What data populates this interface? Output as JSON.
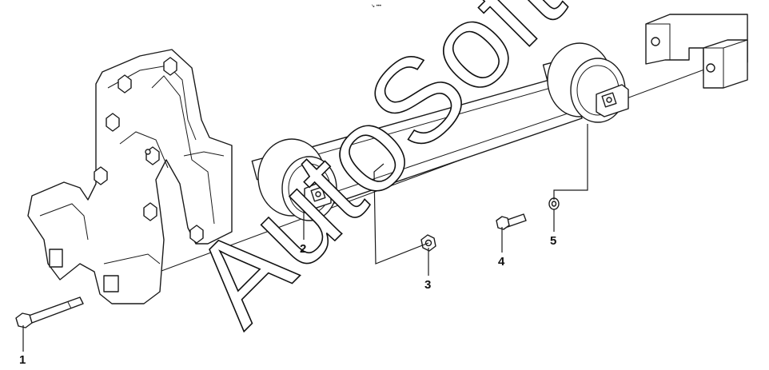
{
  "header_mark": "↘ •••",
  "watermark": "AutoSoft",
  "callouts": [
    {
      "id": "1",
      "label": "1"
    },
    {
      "id": "2",
      "label": "2"
    },
    {
      "id": "3",
      "label": "3"
    },
    {
      "id": "4",
      "label": "4"
    },
    {
      "id": "5",
      "label": "5"
    }
  ]
}
